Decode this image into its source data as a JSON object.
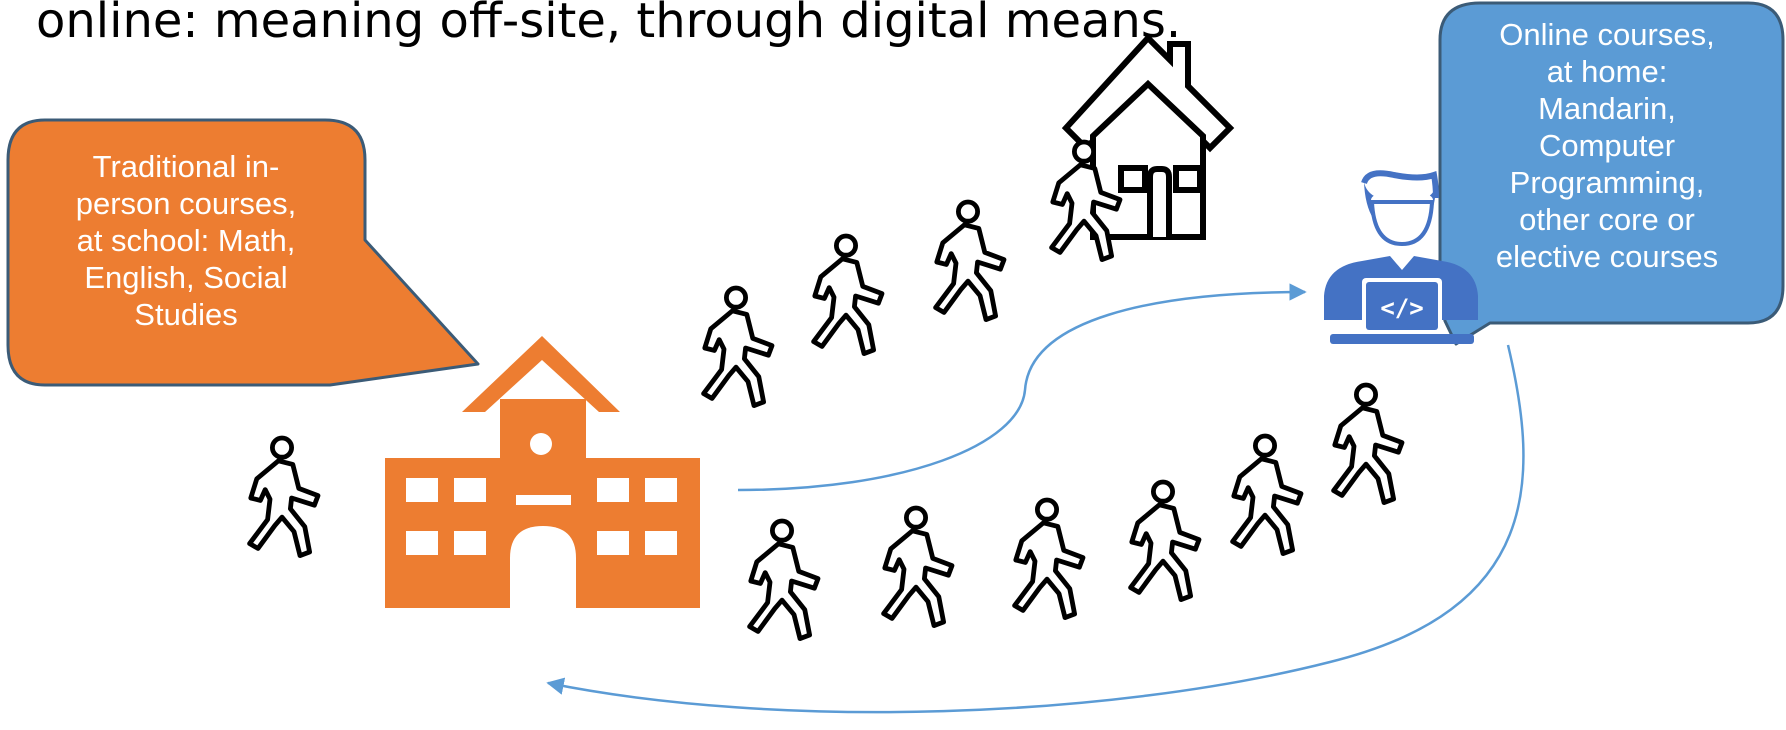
{
  "headline": "online: meaning off-site, through digital means.",
  "school_bubble": {
    "lines": [
      "Traditional in-",
      "person courses,",
      "at school: Math,",
      "English, Social",
      "Studies"
    ],
    "color": "#ED7D31",
    "border": "#3B5B77"
  },
  "online_bubble": {
    "lines": [
      "Online courses,",
      "at home:",
      "Mandarin,",
      "Computer",
      "Programming,",
      "other core or",
      "elective courses"
    ],
    "color": "#5B9BD5",
    "border": "#3B5B77"
  },
  "icons": {
    "school": "school-building-icon",
    "house": "house-icon",
    "laptop_user": "person-at-laptop-icon",
    "laptop_code": "</>",
    "walker": "walking-person-icon"
  },
  "colors": {
    "school": "#ED7D31",
    "laptop": "#4472C4",
    "arrow": "#5B9BD5",
    "outline": "#000000"
  }
}
